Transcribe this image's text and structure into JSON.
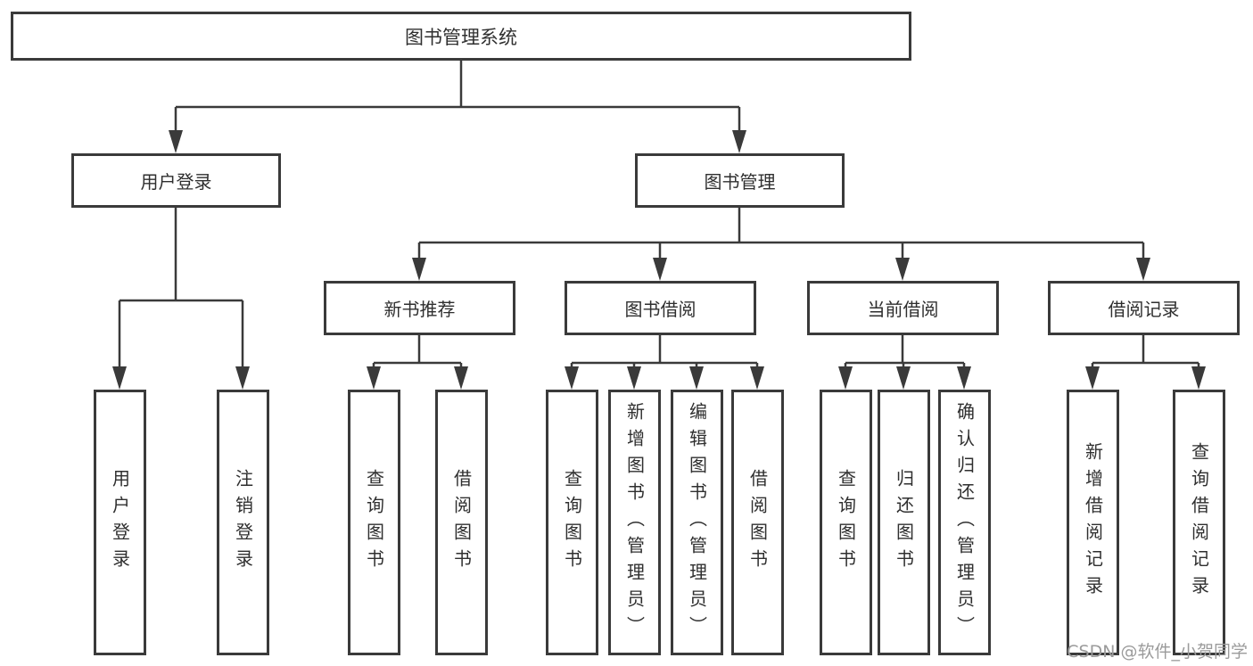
{
  "diagram": {
    "title": "图书管理系统",
    "children": [
      {
        "label": "用户登录",
        "children": [
          {
            "label": "用户登录"
          },
          {
            "label": "注销登录"
          }
        ]
      },
      {
        "label": "图书管理",
        "children": [
          {
            "label": "新书推荐",
            "children": [
              {
                "label": "查询图书"
              },
              {
                "label": "借阅图书"
              }
            ]
          },
          {
            "label": "图书借阅",
            "children": [
              {
                "label": "查询图书"
              },
              {
                "label": "新增图书（管理员）"
              },
              {
                "label": "编辑图书（管理员）"
              },
              {
                "label": "借阅图书"
              }
            ]
          },
          {
            "label": "当前借阅",
            "children": [
              {
                "label": "查询图书"
              },
              {
                "label": "归还图书"
              },
              {
                "label": "确认归还（管理员）"
              }
            ]
          },
          {
            "label": "借阅记录",
            "children": [
              {
                "label": "新增借阅记录"
              },
              {
                "label": "查询借阅记录"
              }
            ]
          }
        ]
      }
    ]
  },
  "watermark": "CSDN @软件_小贺同学",
  "colors": {
    "line": "#3a3a3a",
    "text": "#2f2f2f",
    "box_fill": "#ffffff",
    "watermark": "#9b9b9b"
  }
}
